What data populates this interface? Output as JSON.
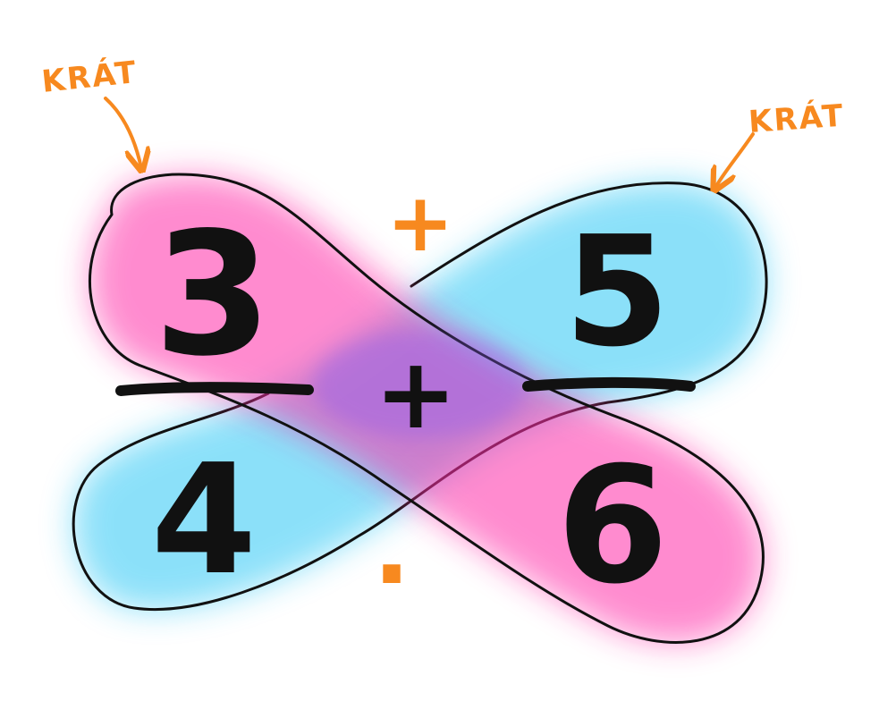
{
  "fraction_left": {
    "numerator": "3",
    "denominator": "4"
  },
  "fraction_right": {
    "numerator": "5",
    "denominator": "6"
  },
  "operator_between": "+",
  "operator_top": "+",
  "operator_bottom": "·",
  "label_top_left": "KRÁT",
  "label_top_right": "KRÁT",
  "colors": {
    "pink": "#ff2fa8",
    "cyan": "#2fc8f5",
    "orange": "#f7891f",
    "ink": "#111111"
  }
}
